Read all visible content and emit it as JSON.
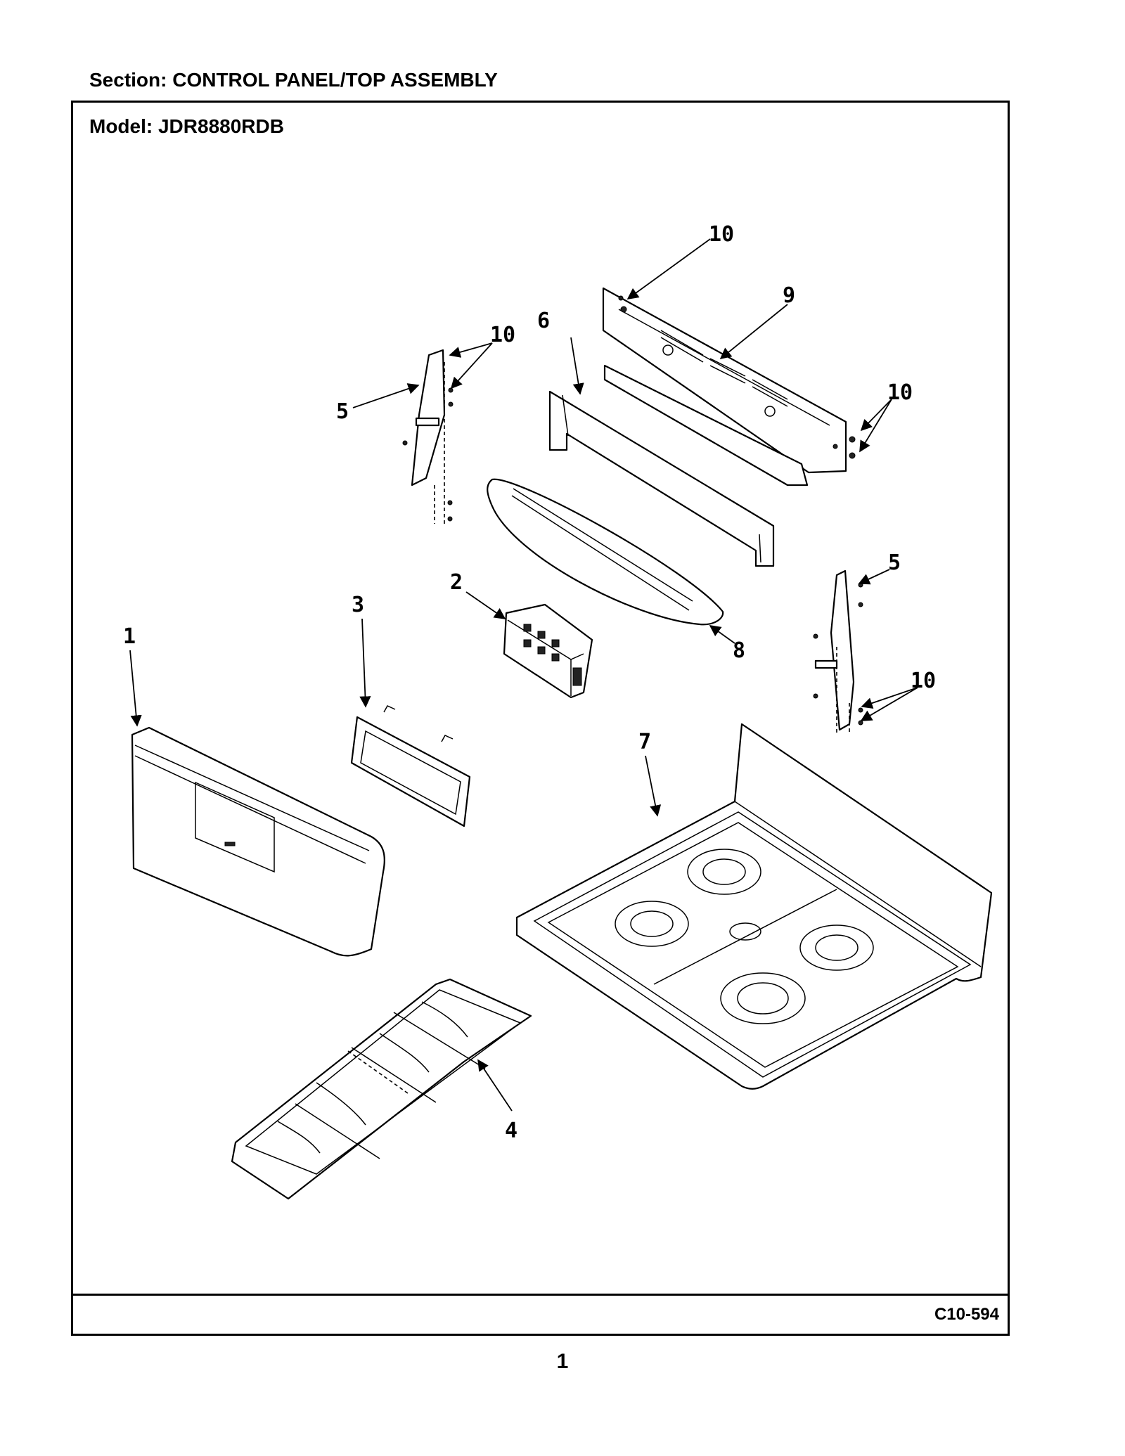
{
  "header": {
    "section_label": "Section:  CONTROL PANEL/TOP ASSEMBLY"
  },
  "frame": {
    "model_label": "Model:  JDR8880RDB",
    "drawing_code": "C10-594"
  },
  "page_number": "1",
  "callouts": {
    "c1": "1",
    "c2": "2",
    "c3": "3",
    "c4": "4",
    "c5a": "5",
    "c5b": "5",
    "c6": "6",
    "c7": "7",
    "c8": "8",
    "c9": "9",
    "c10a": "10",
    "c10b": "10",
    "c10c": "10",
    "c10d": "10"
  }
}
